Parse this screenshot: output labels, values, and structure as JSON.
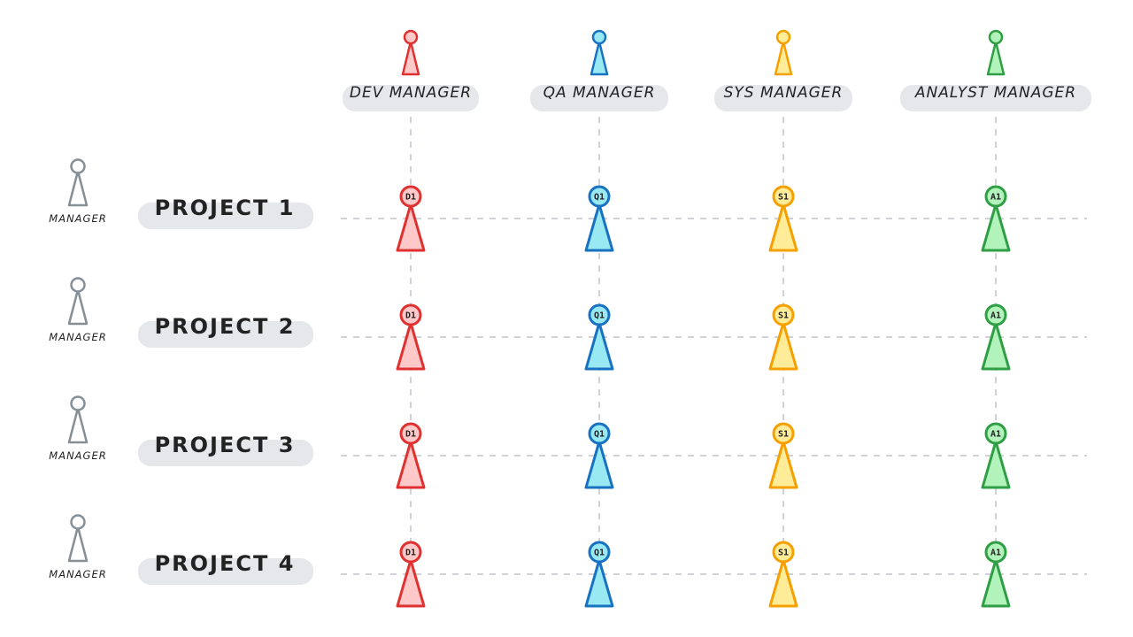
{
  "columns": [
    {
      "label": "DEV MANAGER",
      "badge": "D1",
      "stroke": "#e03131",
      "fill": "#ffc9c9"
    },
    {
      "label": "QA MANAGER",
      "badge": "Q1",
      "stroke": "#1971c2",
      "fill": "#99e9f2"
    },
    {
      "label": "SYS MANAGER",
      "badge": "S1",
      "stroke": "#f59f00",
      "fill": "#ffec99"
    },
    {
      "label": "ANALYST MANAGER",
      "badge": "A1",
      "stroke": "#2f9e44",
      "fill": "#b2f2bb"
    }
  ],
  "rows": [
    {
      "project": "PROJECT 1",
      "manager": "MANAGER"
    },
    {
      "project": "PROJECT 2",
      "manager": "MANAGER"
    },
    {
      "project": "PROJECT 3",
      "manager": "MANAGER"
    },
    {
      "project": "PROJECT 4",
      "manager": "MANAGER"
    }
  ],
  "manager_icon": {
    "stroke": "#868e96",
    "fill": "#ffffff"
  }
}
